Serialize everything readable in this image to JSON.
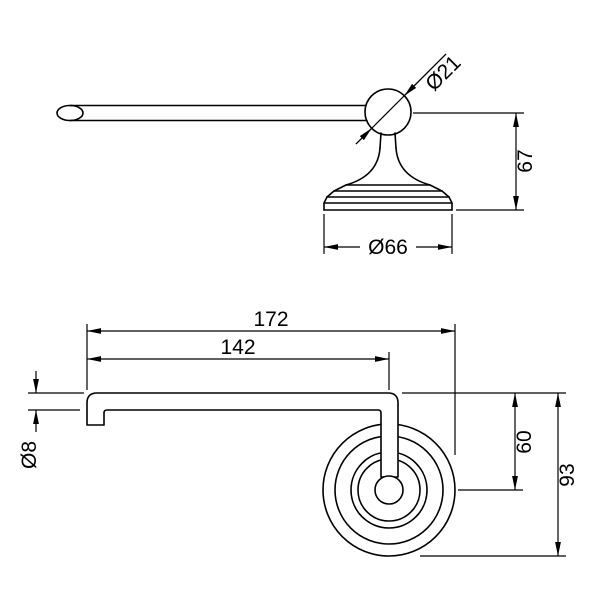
{
  "page": {
    "background": "#ffffff",
    "line_color": "#000000"
  },
  "front_view": {
    "dim_ball_diameter": "Ø21",
    "dim_height": "67",
    "dim_base_diameter": "Ø66"
  },
  "plan_view": {
    "dim_overall_length": "172",
    "dim_arm_length": "142",
    "dim_tube_diameter": "Ø8",
    "dim_wall_to_center": "60",
    "dim_overall_projection": "93"
  }
}
